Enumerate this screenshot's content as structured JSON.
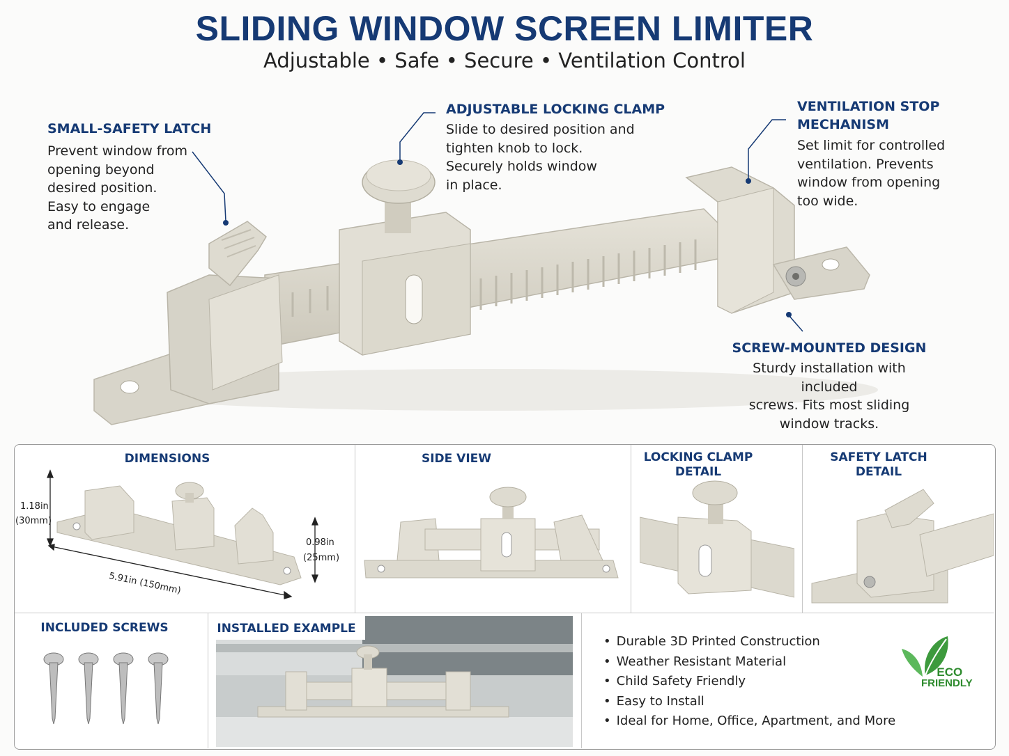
{
  "header": {
    "title": "SLIDING WINDOW SCREEN LIMITER",
    "subtitle": "Adjustable • Safe • Secure • Ventilation Control"
  },
  "callouts": {
    "latch": {
      "title": "SMALL-SAFETY LATCH",
      "lines": [
        "Prevent window from",
        "opening beyond",
        "desired position.",
        "Easy to engage",
        "and release."
      ]
    },
    "clamp": {
      "title": "ADJUSTABLE LOCKING CLAMP",
      "lines": [
        "Slide to desired position and",
        "tighten knob to lock.",
        "Securely holds window",
        "in place."
      ]
    },
    "stop": {
      "title_lines": [
        "VENTILATION STOP",
        "MECHANISM"
      ],
      "lines": [
        "Set limit for controlled",
        "ventilation. Prevents",
        "window from opening",
        "too wide."
      ]
    },
    "screw": {
      "title": "SCREW-MOUNTED DESIGN",
      "lines": [
        "Sturdy installation with included",
        "screws. Fits most sliding",
        "window tracks."
      ]
    }
  },
  "sections": {
    "dimensions": {
      "title": "DIMENSIONS",
      "height": "1.18in",
      "height_mm": "(30mm)",
      "depth": "0.98in",
      "depth_mm": "(25mm)",
      "length": "5.91in (150mm)"
    },
    "side_view": {
      "title": "SIDE VIEW"
    },
    "clamp_detail": {
      "title_lines": [
        "LOCKING CLAMP",
        "DETAIL"
      ]
    },
    "latch_detail": {
      "title_lines": [
        "SAFETY LATCH",
        "DETAIL"
      ]
    },
    "screws": {
      "title": "INCLUDED SCREWS"
    },
    "installed": {
      "title": "INSTALLED EXAMPLE"
    },
    "features": [
      "Durable 3D Printed Construction",
      "Weather Resistant Material",
      "Child Safety Friendly",
      "Easy to Install",
      "Ideal for Home, Office, Apartment, and More"
    ],
    "eco_badge": {
      "line1": "ECO",
      "line2": "FRIENDLY"
    }
  },
  "colors": {
    "heading": "#163a74",
    "plastic": "#dcd9ce",
    "plastic_shade": "#c3bfb2",
    "eco_green": "#2e8b2e"
  },
  "icon_names": [
    "leaf-icon",
    "screw-icon"
  ]
}
